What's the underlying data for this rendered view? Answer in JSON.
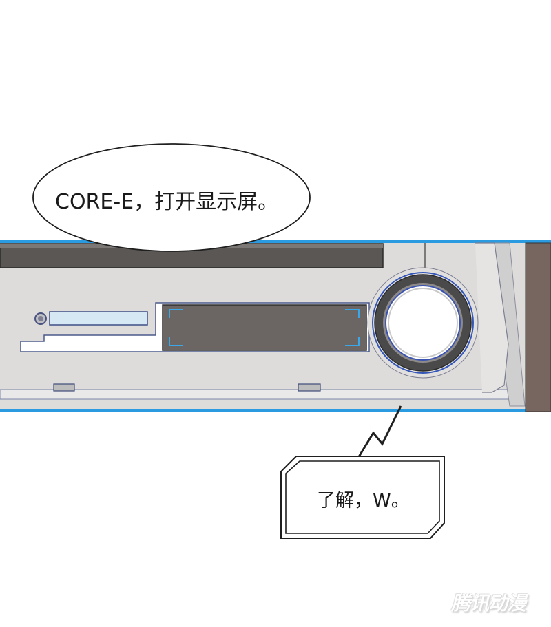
{
  "panel": {
    "dialogue_1": "CORE-E，打开显示屏。",
    "dialogue_2": "了解，W。"
  },
  "watermark": {
    "text": "腾讯动漫"
  },
  "colors": {
    "accent_blue": "#2a9be0",
    "panel_gray": "#dcdcdc",
    "dark_gray": "#6b6663",
    "brown_edge": "#7a6a62",
    "knob_ring": "#4a4a4a"
  }
}
